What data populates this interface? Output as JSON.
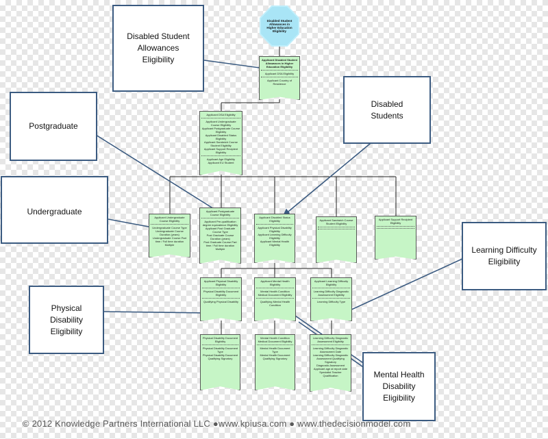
{
  "root": {
    "title": "Disabled Student Allowances in Higher Education Eligibility"
  },
  "nodes": {
    "dsa_eligibility": {
      "title": "Applicant Disabled Student Allowances in Higher Education Eligibility",
      "rows": [
        "Applicant DSA Eligibility",
        "Applicant Country of Residence"
      ]
    },
    "applicant_dsa": {
      "title": "Applicant DSA Eligibility",
      "rows": [
        "Applicant Undergraduate Course Eligibility",
        "Applicant Postgraduate Course Eligibility",
        "Applicant Disabled Status Eligibility",
        "Applicant Sandwich Course Student Eligibility",
        "Applicant Support Recipient Eligibility",
        "Applicant Age Eligibility",
        "Applicant EU Student"
      ]
    },
    "undergraduate": {
      "title": "Applicant Undergraduate Course Eligibility",
      "rows": [
        "Undergraduate Course Type",
        "Undergraduate Course Duration (years)",
        "Undergraduate Course Part time / Full time duration Multiple"
      ]
    },
    "postgraduate": {
      "title": "Applicant Postgraduate Course Eligibility",
      "rows": [
        "Applicant Pre-qualification degree equivalence Eligibility",
        "Applicant Post Graduate Course Type",
        "Post Graduate Course Duration (years)",
        "Post Graduate Course Part time / Full time duration Multiple"
      ]
    },
    "disabled_status": {
      "title": "Applicant Disabled Status Eligibility",
      "rows": [
        "Applicant Physical Disability Eligibility",
        "Applicant Learning Difficulty Eligibility",
        "Applicant Mental Health Eligibility"
      ]
    },
    "sandwich": {
      "title": "Applicant Sandwich Course Student Eligibility",
      "rows": []
    },
    "support_recipient": {
      "title": "Applicant Support Recipient Eligibility",
      "rows": []
    },
    "physical": {
      "title": "Applicant Physical Disability Eligibility",
      "rows": [
        "Physical Disability Document Eligibility",
        "Qualifying Physical Disability"
      ]
    },
    "mental": {
      "title": "Applicant Mental Health Eligibility",
      "rows": [
        "Mental Health Condition Medical Document Eligibility",
        "Qualifying Mental Health Condition"
      ]
    },
    "learning": {
      "title": "Applicant Learning Difficulty Eligibility",
      "rows": [
        "Learning Difficulty Diagnostic Assessment Eligibility",
        "Learning Difficulty Type"
      ]
    },
    "physical_doc": {
      "title": "Physical Disability Document Eligibility",
      "rows": [
        "Physical Disability Document Type",
        "Physical Disability Document Qualifying Signatory"
      ]
    },
    "mental_doc": {
      "title": "Mental Health Condition Medical Document Eligibility",
      "rows": [
        "Mental Health Document Type",
        "Mental Health Document Qualifying Signatory"
      ]
    },
    "learning_diag": {
      "title": "Learning Difficulty Diagnostic Assessment Eligibility",
      "rows": [
        "Learning Difficulty Diagnostic Assessment Date",
        "Learning Difficulty Diagnostic Assessment Qualifying Signatory",
        "Diagnostic Assessment Applicant age at report date",
        "Specialist Teacher Qualification"
      ]
    }
  },
  "callouts": {
    "dsa": "Disabled Student Allowances Eligibility",
    "postgraduate": "Postgraduate",
    "disabled_students": "Disabled Students",
    "undergraduate": "Undergraduate",
    "learning_difficulty": "Learning Difficulty Eligibility",
    "physical_disability": "Physical Disability Eligibility",
    "mental_health": "Mental  Health Disability Eligibility"
  },
  "footer": "© 2012 Knowledge Partners International LLC ●www.kpiusa.com ● www.thedecisionmodel.com",
  "colors": {
    "node_fill": "#c6f5c6",
    "root_fill": "#a9e5f6",
    "callout_border": "#3a5a80",
    "connector": "#222222"
  }
}
